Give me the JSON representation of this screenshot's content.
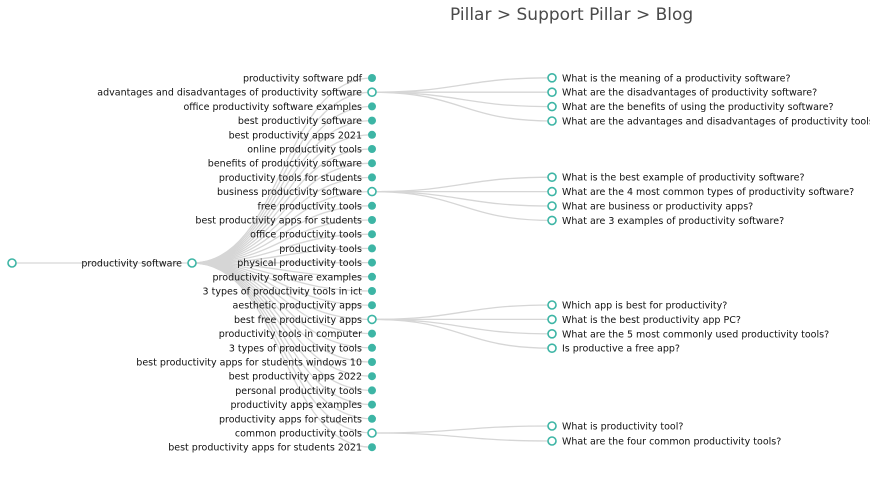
{
  "header": {
    "title": "Pillar > Support Pillar > Blog"
  },
  "colors": {
    "node": "#3db5a5",
    "link": "#d6d6d6",
    "text": "#111111",
    "title": "#4a4a4a"
  },
  "tree": {
    "pillar": "productivity software",
    "support_pillars": [
      {
        "label": "productivity software pdf",
        "expanded": false,
        "blogs": []
      },
      {
        "label": "advantages and disadvantages of productivity software",
        "expanded": true,
        "blogs": [
          "What is the meaning of a productivity software?",
          "What are the disadvantages of productivity software?",
          "What are the benefits of using the productivity software?",
          "What are the advantages and disadvantages of productivity tools?"
        ]
      },
      {
        "label": "office productivity software examples",
        "expanded": false,
        "blogs": []
      },
      {
        "label": "best productivity software",
        "expanded": false,
        "blogs": []
      },
      {
        "label": "best productivity apps 2021",
        "expanded": false,
        "blogs": []
      },
      {
        "label": "online productivity tools",
        "expanded": false,
        "blogs": []
      },
      {
        "label": "benefits of productivity software",
        "expanded": false,
        "blogs": []
      },
      {
        "label": "productivity tools for students",
        "expanded": false,
        "blogs": []
      },
      {
        "label": "business productivity software",
        "expanded": true,
        "blogs": [
          "What is the best example of productivity software?",
          "What are the 4 most common types of productivity software?",
          "What are business or productivity apps?",
          "What are 3 examples of productivity software?"
        ]
      },
      {
        "label": "free productivity tools",
        "expanded": false,
        "blogs": []
      },
      {
        "label": "best productivity apps for students",
        "expanded": false,
        "blogs": []
      },
      {
        "label": "office productivity tools",
        "expanded": false,
        "blogs": []
      },
      {
        "label": "productivity tools",
        "expanded": false,
        "blogs": []
      },
      {
        "label": "physical productivity tools",
        "expanded": false,
        "blogs": []
      },
      {
        "label": "productivity software examples",
        "expanded": false,
        "blogs": []
      },
      {
        "label": "3 types of productivity tools in ict",
        "expanded": false,
        "blogs": []
      },
      {
        "label": "aesthetic productivity apps",
        "expanded": false,
        "blogs": []
      },
      {
        "label": "best free productivity apps",
        "expanded": true,
        "blogs": [
          "Which app is best for productivity?",
          "What is the best productivity app PC?",
          "What are the 5 most commonly used productivity tools?",
          "Is productive a free app?"
        ]
      },
      {
        "label": "productivity tools in computer",
        "expanded": false,
        "blogs": []
      },
      {
        "label": "3 types of productivity tools",
        "expanded": false,
        "blogs": []
      },
      {
        "label": "best productivity apps for students windows 10",
        "expanded": false,
        "blogs": []
      },
      {
        "label": "best productivity apps 2022",
        "expanded": false,
        "blogs": []
      },
      {
        "label": "personal productivity tools",
        "expanded": false,
        "blogs": []
      },
      {
        "label": "productivity apps examples",
        "expanded": false,
        "blogs": []
      },
      {
        "label": "productivity apps for students",
        "expanded": false,
        "blogs": []
      },
      {
        "label": "common productivity tools",
        "expanded": true,
        "blogs": [
          "What is productivity tool?",
          "What are the four common productivity tools?"
        ]
      },
      {
        "label": "best productivity apps for students 2021",
        "expanded": false,
        "blogs": []
      }
    ]
  }
}
